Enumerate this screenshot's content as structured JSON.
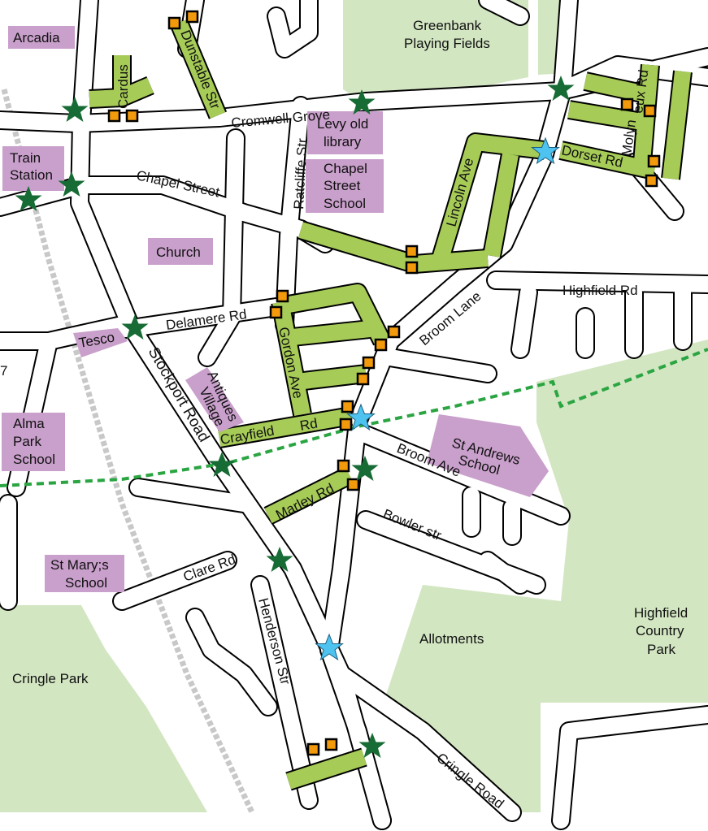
{
  "map": {
    "colors": {
      "park": "#d3e6c2",
      "landmark": "#c99fcb",
      "green_street": "#a6cb57",
      "green_star": "#176b34",
      "blue_star": "#4fc3f0",
      "orange_marker": "#f29a0c",
      "footpath": "#2aa542",
      "railway": "#c8c8c8"
    },
    "parks": {
      "greenbank": [
        "Greenbank",
        "Playing Fields"
      ],
      "cringle": "Cringle Park",
      "highfield": [
        "Highfield",
        "Country",
        "Park"
      ],
      "allotments": "Allotments"
    },
    "landmarks": {
      "arcadia": "Arcadia",
      "train_station": [
        "Train",
        "Station"
      ],
      "levy": [
        "Levy old",
        "library"
      ],
      "chapel_school": [
        "Chapel",
        "Street",
        "School"
      ],
      "church": "Church",
      "tesco": "Tesco",
      "antiques": [
        "Antiques",
        "Village"
      ],
      "alma": [
        "Alma",
        "Park",
        "School"
      ],
      "st_andrews": [
        "St Andrews",
        "School"
      ],
      "st_marys": [
        "St Mary;s",
        "School"
      ]
    },
    "streets": {
      "cardus": "Cardus",
      "dunstable": "Dunstable Str",
      "cromwell": "Cromwell Grove",
      "ratcliffe": "Ratcliffe Str",
      "chapel": "Chapel Street",
      "lincoln": "Lincoln Ave",
      "dorset": "Dorset Rd",
      "molyneux_a": "Molyn",
      "molyneux_b": "eux Rd",
      "highfield": "Highfield Rd",
      "broom_lane": "Broom Lane",
      "delamere": "Delamere Rd",
      "gordon": "Gordon Ave",
      "stockport": "Stockport Road",
      "crayfield_a": "Crayfield",
      "crayfield_b": "Rd",
      "broom_ave": "Broom Ave",
      "bowler": "Bowler str",
      "marley": "Marley Rd",
      "clare": "Clare Rd",
      "henderson": "Henderson Str",
      "cringle_road": "Cringle Road",
      "edge_seven": "7"
    }
  }
}
